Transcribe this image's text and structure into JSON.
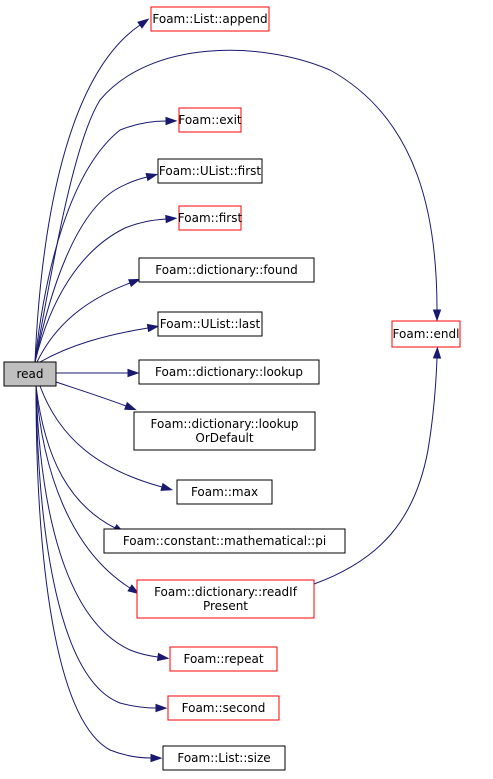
{
  "diagram": {
    "type": "call-graph",
    "root": "read",
    "nodes": [
      {
        "id": "read",
        "lines": [
          "read"
        ],
        "style": "root"
      },
      {
        "id": "append",
        "lines": [
          "Foam::List::append"
        ],
        "style": "red"
      },
      {
        "id": "exit",
        "lines": [
          "Foam::exit"
        ],
        "style": "red"
      },
      {
        "id": "ulist_first",
        "lines": [
          "Foam::UList::first"
        ],
        "style": "black"
      },
      {
        "id": "first",
        "lines": [
          "Foam::first"
        ],
        "style": "red"
      },
      {
        "id": "found",
        "lines": [
          "Foam::dictionary::found"
        ],
        "style": "black"
      },
      {
        "id": "ulist_last",
        "lines": [
          "Foam::UList::last"
        ],
        "style": "black"
      },
      {
        "id": "lookup",
        "lines": [
          "Foam::dictionary::lookup"
        ],
        "style": "black"
      },
      {
        "id": "lookupOrDefault",
        "lines": [
          "Foam::dictionary::lookup",
          "OrDefault"
        ],
        "style": "black"
      },
      {
        "id": "max",
        "lines": [
          "Foam::max"
        ],
        "style": "black"
      },
      {
        "id": "pi",
        "lines": [
          "Foam::constant::mathematical::pi"
        ],
        "style": "black"
      },
      {
        "id": "readIfPresent",
        "lines": [
          "Foam::dictionary::readIf",
          "Present"
        ],
        "style": "red"
      },
      {
        "id": "repeat",
        "lines": [
          "Foam::repeat"
        ],
        "style": "red"
      },
      {
        "id": "second",
        "lines": [
          "Foam::second"
        ],
        "style": "red"
      },
      {
        "id": "size",
        "lines": [
          "Foam::List::size"
        ],
        "style": "black"
      },
      {
        "id": "endl",
        "lines": [
          "Foam::endl"
        ],
        "style": "red"
      }
    ],
    "edges": [
      {
        "from": "read",
        "to": "append"
      },
      {
        "from": "read",
        "to": "endl"
      },
      {
        "from": "read",
        "to": "exit"
      },
      {
        "from": "read",
        "to": "ulist_first"
      },
      {
        "from": "read",
        "to": "first"
      },
      {
        "from": "read",
        "to": "found"
      },
      {
        "from": "read",
        "to": "ulist_last"
      },
      {
        "from": "read",
        "to": "lookup"
      },
      {
        "from": "read",
        "to": "lookupOrDefault"
      },
      {
        "from": "read",
        "to": "max"
      },
      {
        "from": "read",
        "to": "pi"
      },
      {
        "from": "read",
        "to": "readIfPresent"
      },
      {
        "from": "read",
        "to": "repeat"
      },
      {
        "from": "read",
        "to": "second"
      },
      {
        "from": "read",
        "to": "size"
      },
      {
        "from": "readIfPresent",
        "to": "endl"
      }
    ],
    "colors": {
      "edge": "#191970",
      "root_fill": "#bfbfbf",
      "root_border": "#000000",
      "red_border": "#ff0000",
      "black_border": "#000000",
      "node_fill": "#ffffff",
      "text": "#000000"
    }
  }
}
